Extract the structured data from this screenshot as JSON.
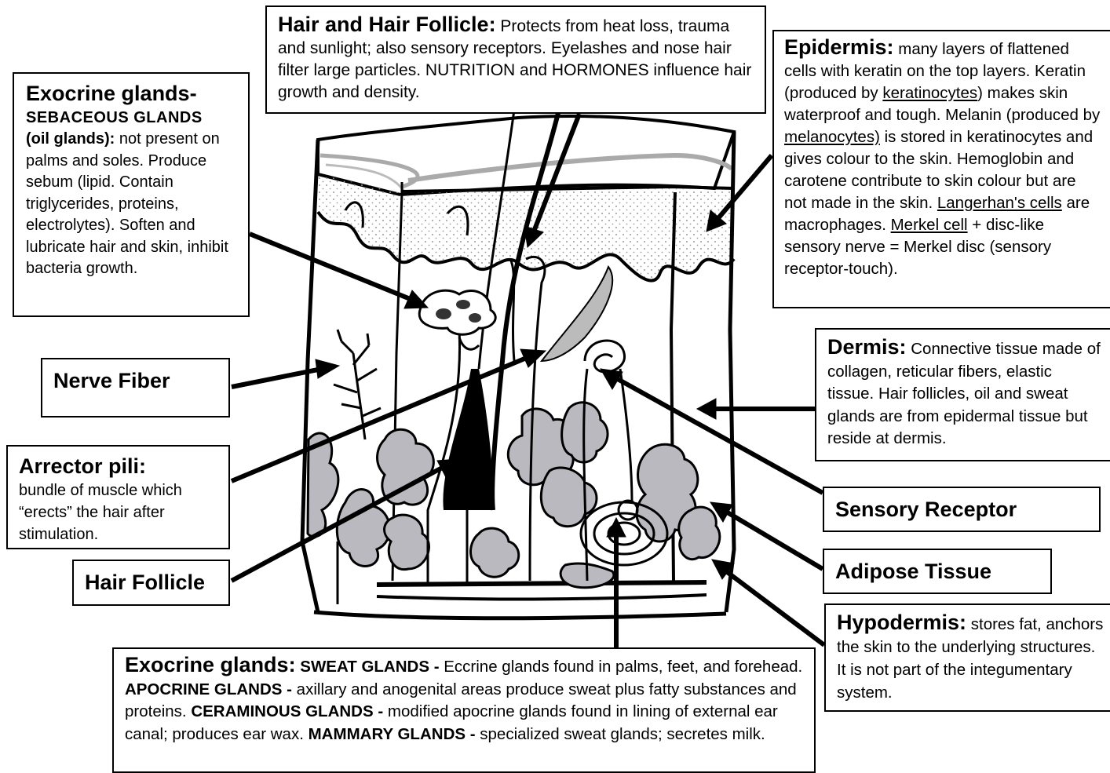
{
  "labels": {
    "hair": {
      "title": "Hair and Hair Follicle:",
      "text": "Protects from heat loss, trauma and sunlight; also sensory receptors. Eyelashes and nose hair filter large particles. NUTRITION and HORMONES influence hair growth and density."
    },
    "sebaceous": {
      "title": "Exocrine glands-",
      "subtitle1": "SEBACEOUS GLANDS",
      "subtitle2": "(oil glands):",
      "text": "not present on palms and soles. Produce sebum (lipid. Contain triglycerides, proteins, electrolytes). Soften and lubricate hair and skin, inhibit bacteria growth."
    },
    "epidermis": {
      "title": "Epidermis:",
      "t1": "many layers of flattened cells with keratin on the top layers. Keratin (produced by ",
      "u1": "keratinocytes",
      "t2": ") makes skin waterproof and tough. Melanin (produced by ",
      "u2": "melanocytes)",
      "t3": " is stored in keratinocytes and gives colour to the skin. Hemoglobin and carotene contribute to skin colour but are not made in the skin. ",
      "u3": "Langerhan's cells",
      "t4": " are macrophages. ",
      "u4": "Merkel cell",
      "t5": " + disc-like sensory nerve = Merkel disc (sensory receptor-touch)."
    },
    "dermis": {
      "title": "Dermis:",
      "text": "Connective tissue made of collagen, reticular fibers, elastic tissue. Hair follicles, oil and sweat glands are from epidermal tissue but reside at dermis."
    },
    "nerve": {
      "title": "Nerve Fiber"
    },
    "arrector": {
      "title": "Arrector pili:",
      "text": "bundle of muscle which “erects” the hair after stimulation."
    },
    "follicle": {
      "title": "Hair Follicle"
    },
    "sensory": {
      "title": "Sensory Receptor"
    },
    "adipose": {
      "title": "Adipose Tissue"
    },
    "hypodermis": {
      "title": "Hypodermis:",
      "text": "stores fat, anchors the skin to the underlying structures. It is not part of the integumentary system."
    },
    "sweat": {
      "title": "Exocrine glands:",
      "k1": "SWEAT GLANDS -",
      "t1": " Eccrine glands found in palms, feet, and forehead. ",
      "k2": "APOCRINE GLANDS -",
      "t2": " axillary and anogenital areas produce sweat plus fatty substances and proteins. ",
      "k3": "CERAMINOUS GLANDS -",
      "t3": " modified apocrine glands found in lining of external ear canal; produces ear wax. ",
      "k4": "MAMMARY GLANDS -",
      "t4": " specialized sweat glands; secretes milk."
    }
  },
  "colors": {
    "ink": "#000000",
    "fat": "#b9b9bf",
    "dots": "#9a9a9a",
    "stratum": "#cfcfcf"
  }
}
